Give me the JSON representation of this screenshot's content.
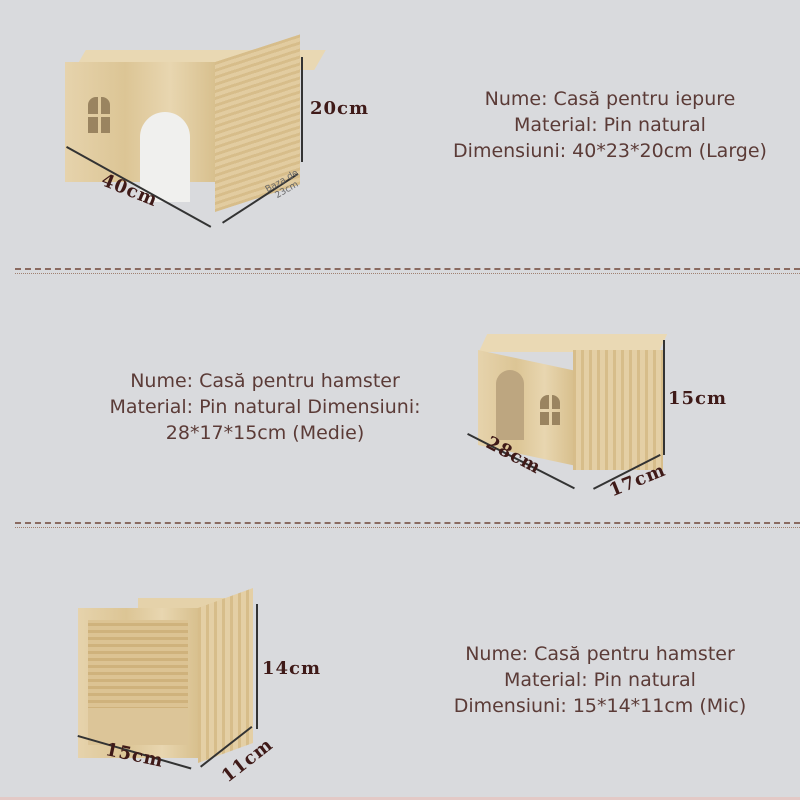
{
  "products": [
    {
      "name": "Nume: Casă pentru iepure",
      "material": "Material: Pin natural",
      "dimensions": "Dimensiuni: 40*23*20cm (Large)",
      "labels": {
        "length": "40cm",
        "height": "20cm",
        "base": "Baza de 23cm"
      }
    },
    {
      "line1": "Nume: Casă pentru hamster",
      "line2": "Material: Pin natural Dimensiuni:",
      "line3": "28*17*15cm (Medie)",
      "labels": {
        "length": "28cm",
        "height": "15cm",
        "width": "17cm"
      }
    },
    {
      "name": "Nume: Casă pentru hamster",
      "material": "Material: Pin natural",
      "dimensions": "Dimensiuni: 15*14*11cm (Mic)",
      "labels": {
        "length": "15cm",
        "height": "14cm",
        "width": "11cm"
      }
    }
  ],
  "colors": {
    "background": "#d9dadd",
    "text": "#5b3b37",
    "wood": "#dcc595"
  }
}
